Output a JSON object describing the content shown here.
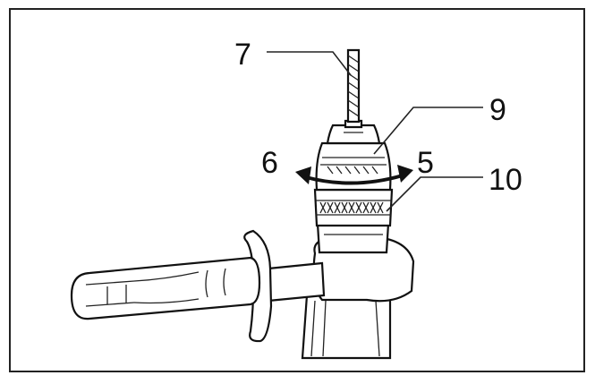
{
  "figure": {
    "callouts": {
      "drill_bit": "7",
      "chuck_sleeve": "9",
      "rotate_loosen": "6",
      "rotate_tighten": "5",
      "chuck_ring": "10"
    }
  }
}
